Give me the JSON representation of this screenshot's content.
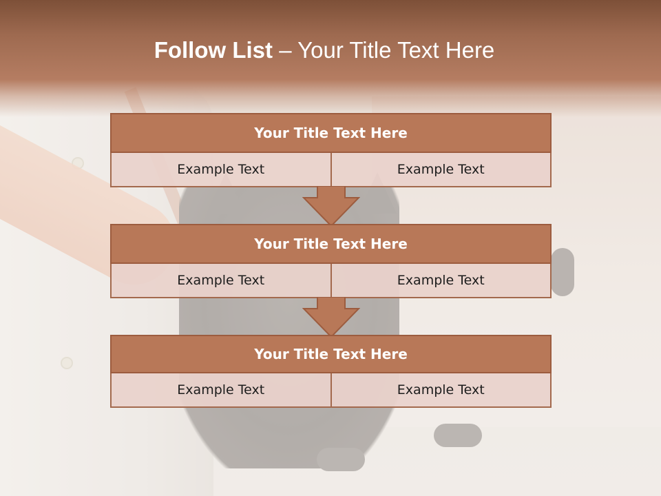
{
  "title": {
    "bold": "Follow List",
    "rest": " – Your Title Text Here"
  },
  "blocks": [
    {
      "heading": "Your Title Text Here",
      "left": "Example Text",
      "right": "Example Text"
    },
    {
      "heading": "Your Title Text Here",
      "left": "Example Text",
      "right": "Example Text"
    },
    {
      "heading": "Your Title Text Here",
      "left": "Example Text",
      "right": "Example Text"
    }
  ],
  "colors": {
    "header": "#b57d62",
    "block_fill": "#b87858",
    "cell_fill": "#e9d2cb",
    "border": "#9c5c3f"
  },
  "icons": [
    "down-arrow-icon"
  ]
}
